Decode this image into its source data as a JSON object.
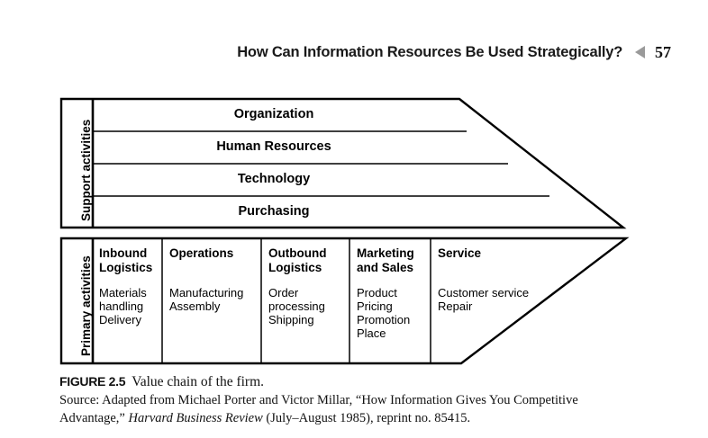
{
  "header": {
    "title": "How Can Information Resources Be Used Strategically?",
    "marker_icon": "left-triangle-icon",
    "page_number": "57"
  },
  "figure": {
    "support": {
      "axis_label": "Support activities",
      "rows": [
        {
          "label": "Organization"
        },
        {
          "label": "Human Resources"
        },
        {
          "label": "Technology"
        },
        {
          "label": "Purchasing"
        }
      ]
    },
    "primary": {
      "axis_label": "Primary activities",
      "columns": [
        {
          "heading": "Inbound\nLogistics",
          "heading_line1": "Inbound",
          "heading_line2": "Logistics",
          "items": [
            "Materials",
            "handling",
            "Delivery"
          ]
        },
        {
          "heading": "Operations",
          "heading_line1": "Operations",
          "heading_line2": "",
          "items": [
            "Manufacturing",
            "Assembly"
          ]
        },
        {
          "heading": "Outbound\nLogistics",
          "heading_line1": "Outbound",
          "heading_line2": "Logistics",
          "items": [
            "Order",
            "processing",
            "Shipping"
          ]
        },
        {
          "heading": "Marketing\nand Sales",
          "heading_line1": "Marketing",
          "heading_line2": "and Sales",
          "items": [
            "Product",
            "Pricing",
            "Promotion",
            "Place"
          ]
        },
        {
          "heading": "Service",
          "heading_line1": "Service",
          "heading_line2": "",
          "items": [
            "Customer service",
            "Repair"
          ]
        }
      ]
    }
  },
  "caption": {
    "figure_number": "FIGURE 2.5",
    "figure_title": "Value chain of the firm.",
    "source_part1": "Source: Adapted from Michael Porter and Victor Millar, “How Information Gives You Competitive",
    "source_part2": "Advantage,” ",
    "source_italic": "Harvard Business Review",
    "source_part3": " (July–August 1985), reprint no. 85415."
  },
  "colors": {
    "ink": "#000000",
    "marker_gray": "#9a9a9a",
    "page_background": "#ffffff"
  }
}
